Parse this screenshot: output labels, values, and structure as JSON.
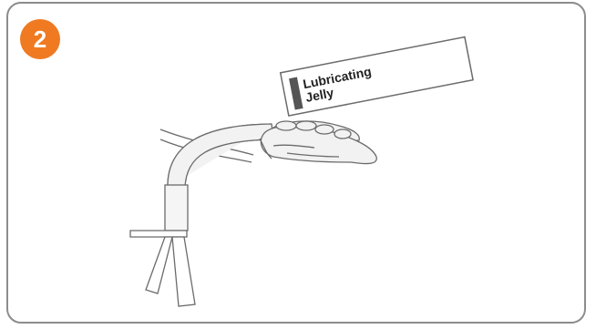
{
  "step": {
    "number": "2"
  },
  "packet": {
    "line1": "Lubricating",
    "line2": "Jelly"
  },
  "colors": {
    "badge": "#ef7a22",
    "frame": "#8c8c8c",
    "outline": "#6b6b6b",
    "fill": "#f2f2f2"
  },
  "icons": {
    "illustration": "hand-holding-catheter-with-lubricating-jelly-packet"
  }
}
